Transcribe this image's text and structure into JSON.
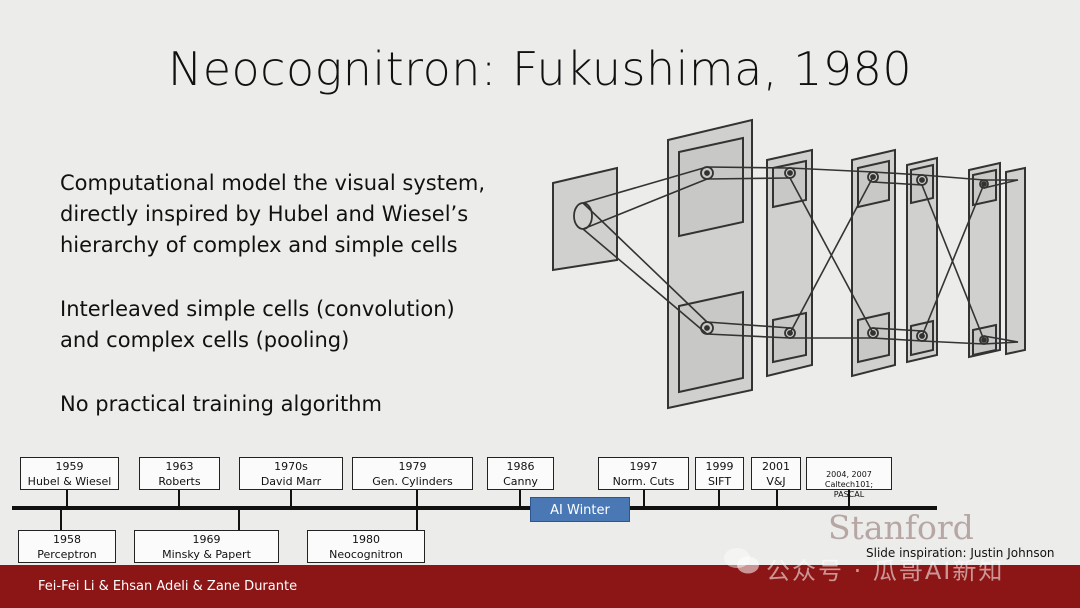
{
  "slide": {
    "title": "Neocognitron: Fukushima, 1980",
    "bullets": [
      "Computational model the visual system,\ndirectly inspired by Hubel and Wiesel’s\nhierarchy of complex and simple cells",
      "Interleaved simple cells (convolution)\nand complex cells (pooling)",
      "No practical training algorithm"
    ]
  },
  "timeline": {
    "top_items": [
      {
        "year": "1959",
        "label": "Hubel & Wiesel"
      },
      {
        "year": "1963",
        "label": "Roberts"
      },
      {
        "year": "1970s",
        "label": "David Marr"
      },
      {
        "year": "1979",
        "label": "Gen. Cylinders"
      },
      {
        "year": "1986",
        "label": "Canny"
      },
      {
        "year": "1997",
        "label": "Norm. Cuts"
      },
      {
        "year": "1999",
        "label": "SIFT"
      },
      {
        "year": "2001",
        "label": "V&J"
      },
      {
        "year": "2004, 2007",
        "label": "Caltech101;\nPASCAL"
      }
    ],
    "bottom_items": [
      {
        "year": "1958",
        "label": "Perceptron"
      },
      {
        "year": "1969",
        "label": "Minsky & Papert"
      },
      {
        "year": "1980",
        "label": "Neocognitron"
      }
    ],
    "ai_winter": "AI Winter"
  },
  "branding": {
    "stanford": "Stanford",
    "credit": "Slide inspiration: Justin Johnson",
    "authors": "Fei-Fei Li & Ehsan Adeli & Zane Durante",
    "watermark": "公众号 · 瓜哥AI新知",
    "footer_color": "#8c1515",
    "ai_winter_color": "#4a78b5"
  }
}
